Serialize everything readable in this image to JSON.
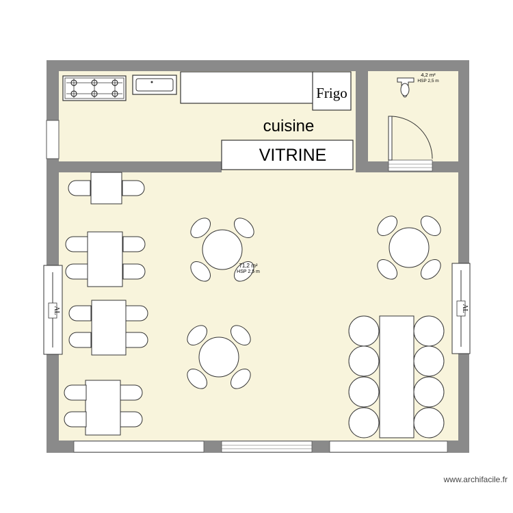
{
  "rooms": {
    "kitchen": {
      "name": "cuisine"
    },
    "main": {
      "area": "71,2 m²",
      "hsp": "HSP 2,5 m"
    },
    "wc": {
      "area": "4,2 m²",
      "hsp": "HSP 2,5 m"
    }
  },
  "fixtures": {
    "fridge": "Frigo",
    "display_case": "VITRINE",
    "ac_left": "AL",
    "ac_right": "AL"
  },
  "watermark": "www.archifacile.fr",
  "colors": {
    "wall": "#8a8a8a",
    "floor": "#f8f4dc",
    "furniture_fill": "#ffffff",
    "line": "#333333"
  }
}
